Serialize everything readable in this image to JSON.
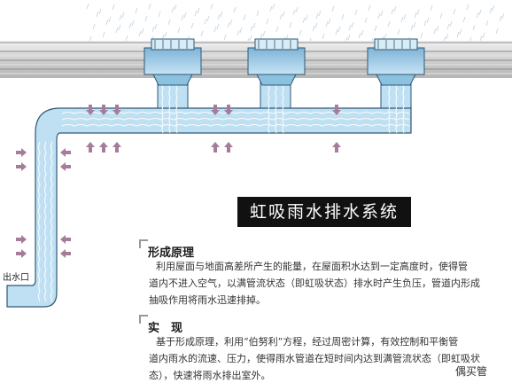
{
  "diagram": {
    "title": "虹吸雨水排水系统",
    "outlet_label": "出水口",
    "watermark": "偶买管",
    "colors": {
      "roof_stripe_dark": "#8a8a8a",
      "roof_stripe_light": "#e3e3e3",
      "pipe_fill": "#bfe0f3",
      "pipe_edge": "#2d5873",
      "water_wave": "#ffffff",
      "arrow": "#a57d98",
      "rain": "#c9d9e8",
      "title_bg": "#111111"
    }
  },
  "sections": [
    {
      "heading": "形成原理",
      "lines": [
        "利用屋面与地面高差所产生的能量，在屋面积水达到一定高度时，使得管",
        "道内不进入空气，以满管流状态（即虹吸状态）排水时产生负压，管道内形成",
        "抽吸作用将雨水迅速排掉。"
      ]
    },
    {
      "heading": "实　现",
      "lines": [
        "基于形成原理，利用“伯努利”方程，经过周密计算，有效控制和平衡管",
        "道内雨水的流速、压力，使得雨水管道在短时间内达到满管流状态（即虹吸状",
        "态），快速将雨水排出室外。"
      ]
    }
  ],
  "icons": {
    "arrow_down": "pressure-arrow-down-icon",
    "arrow_up": "pressure-arrow-up-icon",
    "arrow_left": "pressure-arrow-left-icon",
    "arrow_right": "pressure-arrow-right-icon",
    "drain": "roof-drain-icon"
  }
}
